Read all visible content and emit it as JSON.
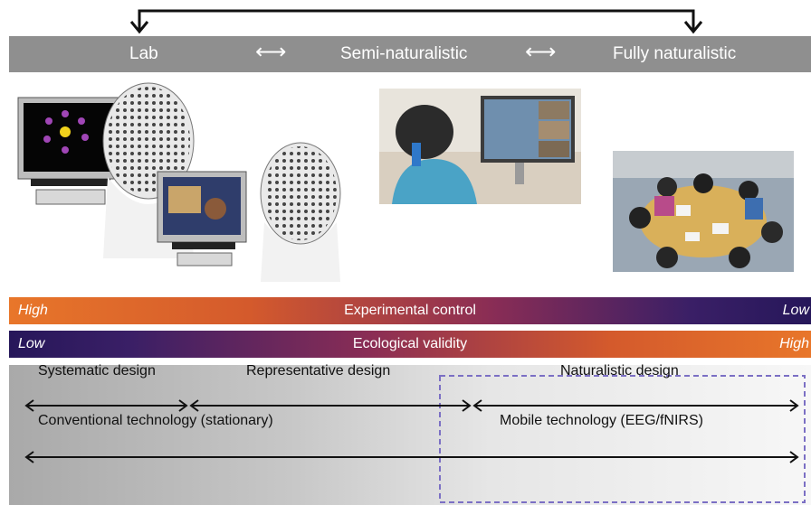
{
  "header": {
    "lab": "Lab",
    "semi": "Semi-naturalistic",
    "fully": "Fully naturalistic"
  },
  "bars": {
    "control": {
      "left": "High",
      "center": "Experimental control",
      "right": "Low"
    },
    "validity": {
      "left": "Low",
      "center": "Ecological validity",
      "right": "High"
    }
  },
  "designs": {
    "systematic": "Systematic design",
    "representative": "Representative design",
    "naturalistic": "Naturalistic design",
    "conventional": "Conventional technology (stationary)",
    "mobile": "Mobile technology (EEG/fNIRS)"
  },
  "colors": {
    "band": "#8f8f8f",
    "orange": "#e8762a",
    "purple": "#26175a",
    "dashed": "#7b6fc4"
  }
}
